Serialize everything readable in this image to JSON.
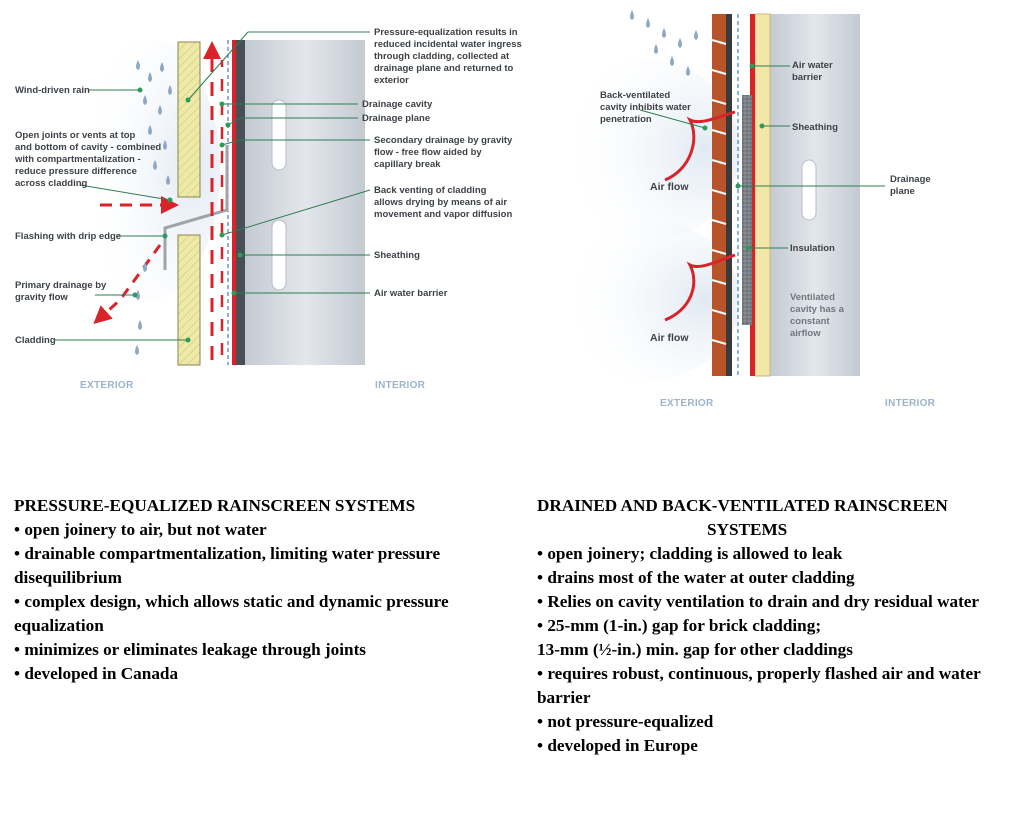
{
  "left_diagram": {
    "labels": {
      "wind_rain": "Wind-driven rain",
      "open_joints": [
        "Open joints or vents at top",
        "and bottom of cavity - combined",
        "with compartmentalization -",
        "reduce pressure difference",
        "across cladding"
      ],
      "flashing": "Flashing with drip edge",
      "primary_drainage": [
        "Primary drainage by",
        "gravity flow"
      ],
      "cladding": "Cladding",
      "pressure_eq": [
        "Pressure-equalization results in",
        "reduced incidental water ingress",
        "through cladding, collected at",
        "drainage plane and returned to",
        "exterior"
      ],
      "drainage_cavity": "Drainage cavity",
      "drainage_plane": "Drainage plane",
      "secondary_drainage": [
        "Secondary drainage by gravity",
        "flow - free flow aided by",
        "capillary break"
      ],
      "back_venting": [
        "Back venting of cladding",
        "allows drying by means of air",
        "movement and vapor diffusion"
      ],
      "sheathing": "Sheathing",
      "air_water_barrier": "Air water barrier",
      "exterior": "EXTERIOR",
      "interior": "INTERIOR"
    }
  },
  "right_diagram": {
    "labels": {
      "back_ventilated": [
        "Back-ventilated",
        "cavity inhibits water",
        "penetration"
      ],
      "air_flow_top": "Air flow",
      "air_flow_bottom": "Air flow",
      "air_water_barrier": [
        "Air water",
        "barrier"
      ],
      "sheathing": "Sheathing",
      "drainage_plane": [
        "Drainage",
        "plane"
      ],
      "insulation": "Insulation",
      "ventilated_cavity": [
        "Ventilated",
        "cavity has a",
        "constant",
        "airflow"
      ],
      "exterior": "EXTERIOR",
      "interior": "INTERIOR"
    }
  },
  "left_text": {
    "heading": "PRESSURE-EQUALIZED RAINSCREEN SYSTEMS",
    "items": [
      "• open joinery to air, but not water",
      "• drainable compartmentalization, limiting water pressure disequilibrium",
      "• complex design, which allows static and dynamic pressure equalization",
      "• minimizes or eliminates leakage through joints",
      "• developed in Canada"
    ]
  },
  "right_text": {
    "heading_line1": "DRAINED AND BACK-VENTILATED RAINSCREEN",
    "heading_line2": "SYSTEMS",
    "items": [
      "• open joinery; cladding is allowed to leak",
      "• drains most of the water at outer cladding",
      "• Relies on cavity ventilation to drain and dry residual water",
      "• 25-mm (1-in.) gap for brick cladding;",
      "13-mm (½-in.) min. gap for other claddings",
      "• requires robust, continuous, properly flashed air and water barrier",
      "• not pressure-equalized",
      "• developed in Europe"
    ]
  },
  "colors": {
    "arrow_red": "#d8232a",
    "leader_green": "#2e7d52",
    "cladding_fill": "#eee9a6",
    "brick": "#b8532a",
    "stud": "#d3d8de",
    "side_label": "#9db3cc"
  }
}
